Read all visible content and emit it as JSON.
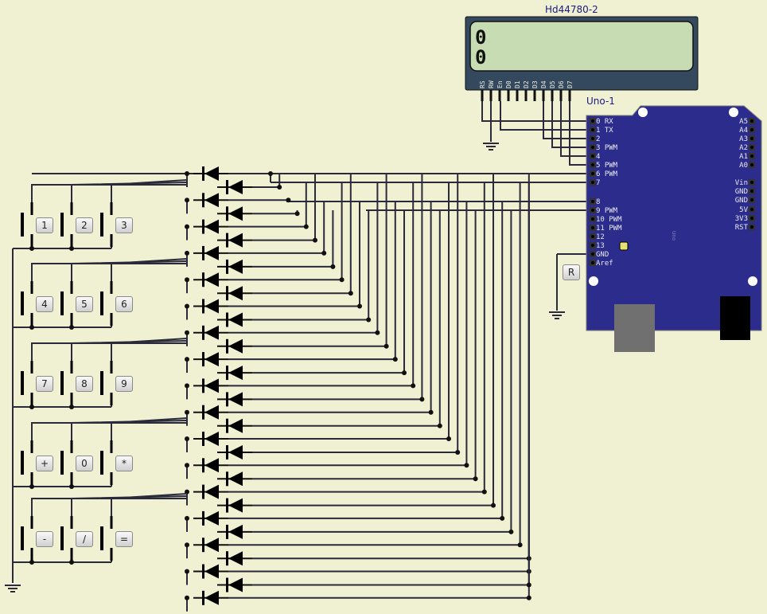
{
  "lcd": {
    "title": "Hd44780-2",
    "line1": "0",
    "line2": "0",
    "pins": [
      "RS",
      "RW",
      "En",
      "D0",
      "D1",
      "D2",
      "D3",
      "D4",
      "D5",
      "D6",
      "D7"
    ]
  },
  "arduino": {
    "title": "Uno-1",
    "board_text": "Uno",
    "left_pins": [
      "0 RX",
      "1 TX",
      "2",
      "3 PWM",
      "4",
      "5 PWM",
      "6 PWM",
      "7",
      "8",
      "9 PWM",
      "10 PWM",
      "11 PWM",
      "12",
      "13",
      "GND",
      "Aref"
    ],
    "right_pins": [
      "A5",
      "A4",
      "A3",
      "A2",
      "A1",
      "A0",
      "Vin",
      "GND",
      "GND",
      "5V",
      "3V3",
      "RST"
    ]
  },
  "keypad": {
    "keys": [
      "1",
      "2",
      "3",
      "4",
      "5",
      "6",
      "7",
      "8",
      "9",
      "+",
      "0",
      "*",
      "-",
      "/",
      "="
    ]
  },
  "reset_button": {
    "label": "R"
  },
  "colors": {
    "background": "#f0f0d2",
    "wire": "#2a2a3a",
    "board": "#2c2c8c",
    "lcd_frame": "#34495e",
    "lcd_screen": "#c8dcb4"
  }
}
